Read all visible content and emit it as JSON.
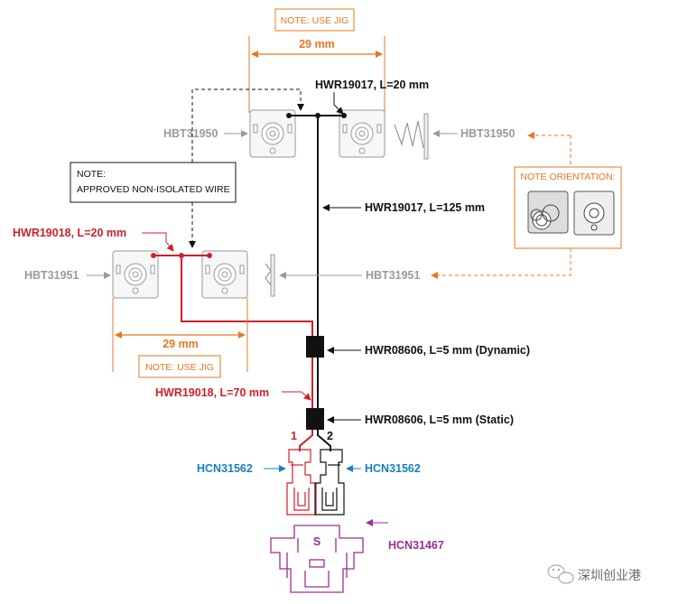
{
  "colors": {
    "orange": "#e87722",
    "red": "#d0202a",
    "blue": "#1a7fc1",
    "purple": "#9b2e95",
    "grey": "#9a9a9a",
    "black": "#111111"
  },
  "notes": {
    "use_jig_top": "NOTE: USE JIG",
    "use_jig_bottom": "NOTE: USE JIG",
    "approved_line1": "NOTE:",
    "approved_line2": "APPROVED NON-ISOLATED WIRE",
    "orientation": "NOTE ORIENTATION:"
  },
  "dimensions": {
    "top": "29 mm",
    "bottom": "29 mm"
  },
  "labels": {
    "hwr19017_short": "HWR19017, L=20 mm",
    "hwr19017_long": "HWR19017, L=125 mm",
    "hwr19018_short": "HWR19018, L=20 mm",
    "hwr19018_long": "HWR19018, L=70 mm",
    "hbt31950_left": "HBT31950",
    "hbt31950_right": "HBT31950",
    "hbt31951_left": "HBT31951",
    "hbt31951_right": "HBT31951",
    "hwr08606_dynamic": "HWR08606, L=5 mm (Dynamic)",
    "hwr08606_static": "HWR08606, L=5 mm (Static)",
    "hcn31562_left": "HCN31562",
    "hcn31562_right": "HCN31562",
    "hcn31467": "HCN31467",
    "pin1": "1",
    "pin2": "2",
    "connector_mark": "S"
  },
  "watermark": {
    "text": "深圳创业港",
    "icon": "wechat-icon"
  }
}
